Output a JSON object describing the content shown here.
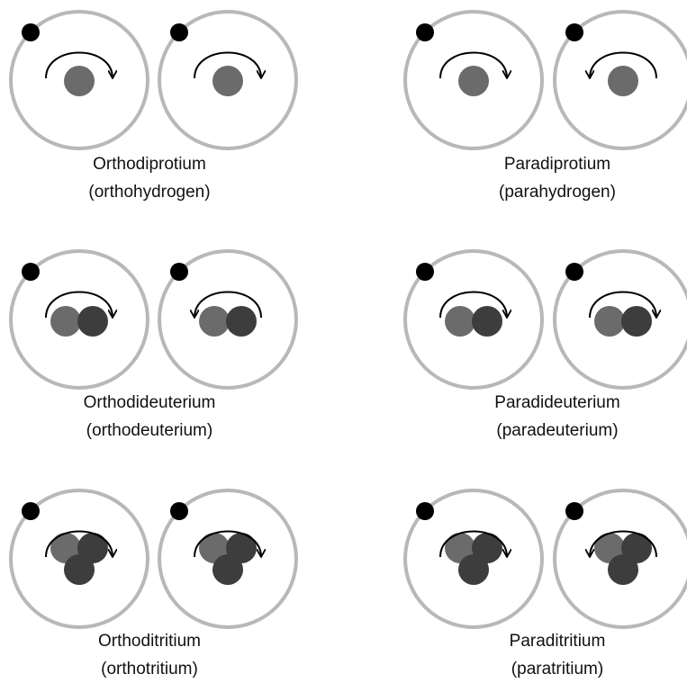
{
  "colors": {
    "background": "#ffffff",
    "shell": "#b8b8b8",
    "electron": "#000000",
    "proton": "#6b6b6b",
    "neutron": "#3d3d3d",
    "arrow": "#000000",
    "text": "#111111"
  },
  "molecules": [
    {
      "name": "Orthodiprotium",
      "alias": "(orthohydrogen)",
      "nucleus": "protium",
      "spins": [
        "clockwise",
        "clockwise"
      ]
    },
    {
      "name": "Paradiprotium",
      "alias": "(parahydrogen)",
      "nucleus": "protium",
      "spins": [
        "clockwise",
        "counterclockwise"
      ]
    },
    {
      "name": "Orthodideuterium",
      "alias": "(orthodeuterium)",
      "nucleus": "deuterium",
      "spins": [
        "clockwise",
        "counterclockwise"
      ]
    },
    {
      "name": "Paradideuterium",
      "alias": "(paradeuterium)",
      "nucleus": "deuterium",
      "spins": [
        "clockwise",
        "clockwise"
      ]
    },
    {
      "name": "Orthoditritium",
      "alias": "(orthotritium)",
      "nucleus": "tritium",
      "spins": [
        "clockwise",
        "clockwise"
      ]
    },
    {
      "name": "Paraditritium",
      "alias": "(paratritium)",
      "nucleus": "tritium",
      "spins": [
        "clockwise",
        "counterclockwise"
      ]
    }
  ]
}
